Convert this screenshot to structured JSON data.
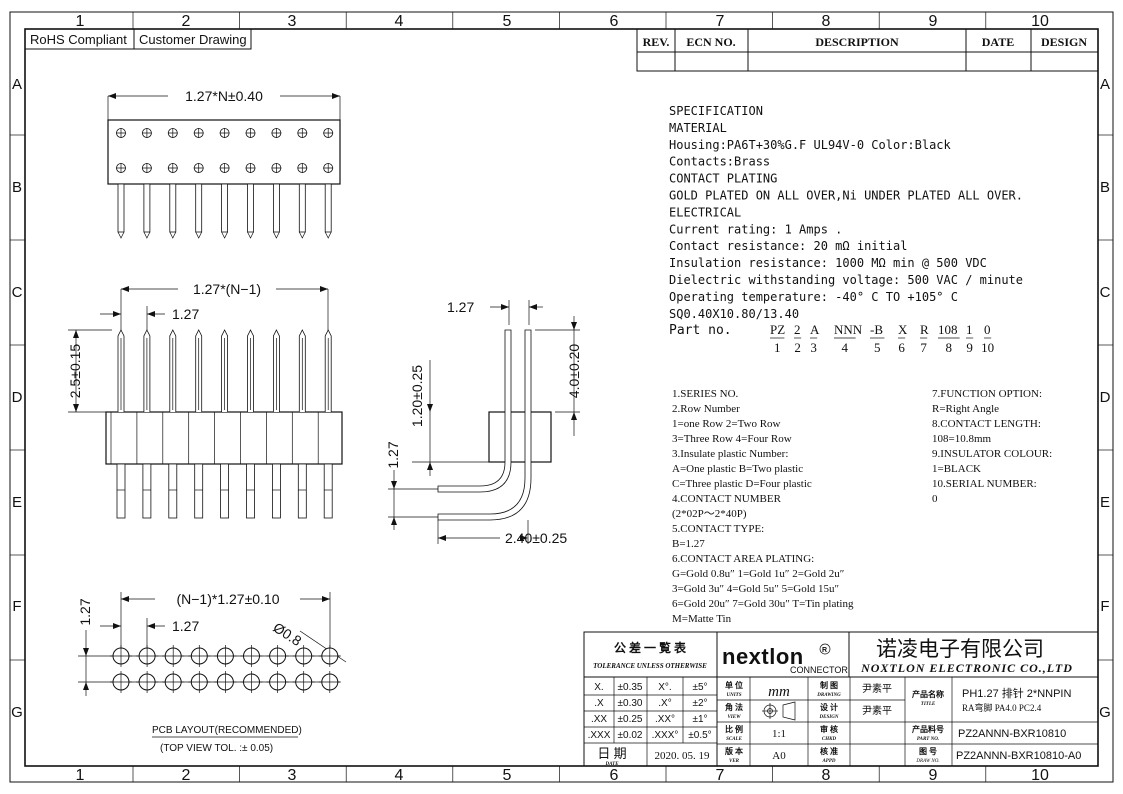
{
  "zones_top": [
    "1",
    "2",
    "3",
    "4",
    "5",
    "6",
    "7",
    "8",
    "9",
    "10"
  ],
  "zones_side": [
    "A",
    "B",
    "C",
    "D",
    "E",
    "F",
    "G"
  ],
  "header_tags": [
    "RoHS Compliant",
    "Customer Drawing"
  ],
  "revision_table": {
    "headers": [
      "REV.",
      "ECN NO.",
      "DESCRIPTION",
      "DATE",
      "DESIGN"
    ]
  },
  "dims": {
    "top_width": "1.27*N±0.40",
    "front_width": "1.27*(N−1)",
    "front_pitch": "1.27",
    "front_height": "2.5±0.15",
    "side_pitch": "1.27",
    "side_upper": "1.20±0.25",
    "side_row": "1.27",
    "side_pin": "4.0±0.20",
    "side_tail": "2.40±0.25",
    "pcb_width": "(N−1)*1.27±0.10",
    "pcb_pitch": "1.27",
    "pcb_row": "1.27",
    "pcb_hole": "Ø0.8"
  },
  "pcb_caption": {
    "line1": "PCB LAYOUT(RECOMMENDED)",
    "line2": "(TOP VIEW TOL. :± 0.05)"
  },
  "spec_lines": [
    "SPECIFICATION",
    "MATERIAL",
    "Housing:PA6T+30%G.F UL94V-0     Color:Black",
    "Contacts:Brass",
    "CONTACT PLATING",
    "GOLD PLATED ON ALL OVER,Ni  UNDER PLATED ALL OVER.",
    "ELECTRICAL",
    "Current rating: 1 Amps .",
    "Contact resistance: 20 mΩ  initial",
    "Insulation resistance: 1000 MΩ  min @ 500 VDC",
    "Dielectric withstanding voltage: 500 VAC / minute",
    "Operating temperature: -40° C TO +105° C",
    "SQ0.40X10.80/13.40"
  ],
  "part_no": {
    "label": "Part no.",
    "codes": [
      "PZ",
      "2",
      "A",
      "NNN",
      "-B",
      "X",
      "R",
      "108",
      "1",
      "0"
    ],
    "indices": [
      "1",
      "2",
      "3",
      "4",
      "5",
      "6",
      "7",
      "8",
      "9",
      "10"
    ]
  },
  "options_left": [
    "1.SERIES NO.",
    "2.Row Number",
    "  1=one Row   2=Two Row",
    "  3=Three Row 4=Four Row",
    "3.Insulate plastic Number:",
    "  A=One plastic   B=Two plastic",
    "  C=Three plastic D=Four plastic",
    "4.CONTACT NUMBER",
    "  (2*02P～2*40P)",
    "5.CONTACT TYPE:",
    "  B=1.27",
    "6.CONTACT AREA PLATING:",
    "G=Gold 0.8u″ 1=Gold 1u″ 2=Gold 2u″",
    "3=Gold 3u″   4=Gold 5u″ 5=Gold 15u″",
    "6=Gold 20u″  7=Gold 30u″  T=Tin plating",
    "M=Matte Tin"
  ],
  "options_right": [
    "7.FUNCTION OPTION:",
    "  R=Right Angle",
    "8.CONTACT LENGTH:",
    "  108=10.8mm",
    "9.INSULATOR COLOUR:",
    "  1=BLACK",
    "10.SERIAL NUMBER:",
    "   0"
  ],
  "title_block": {
    "tol_title": "公 差 一 覧 表",
    "tol_sub": "TOLERANCE UNLESS OTHERWISE",
    "tol_rows": [
      [
        "X.",
        "±0.35",
        "X°.",
        "±5°"
      ],
      [
        ".X",
        "±0.30",
        ".X°",
        "±2°"
      ],
      [
        ".XX",
        "±0.25",
        ".XX°",
        "±1°"
      ],
      [
        ".XXX",
        "±0.02",
        ".XXX°",
        "±0.5°"
      ]
    ],
    "date_label": "日 期",
    "date_label_en": "DATE",
    "date": "2020. 05. 19",
    "logo": "nextlon",
    "logo_sub": "CONNECTOR",
    "company_cn": "诺凌电子有限公司",
    "company_en": "NOXTLON ELECTRONIC CO.,LTD",
    "units_label": "单 位",
    "units_label_en": "UNITS",
    "units": "mm",
    "view_label": "角 法",
    "view_label_en": "VIEW",
    "scale_label": "比 例",
    "scale_label_en": "SCALE",
    "scale": "1:1",
    "ver_label": "版 本",
    "ver_label_en": "VER",
    "version": "A0",
    "drawn_label": "制 图",
    "drawn_label_en": "DRAWING",
    "drawn_by": "尹素平",
    "design_label": "设 计",
    "design_label_en": "DESIGN",
    "design_by": "尹素平",
    "check_label": "审 核",
    "check_label_en": "CHKD",
    "appd_label": "核 准",
    "appd_label_en": "APPD",
    "name_label": "产品名称",
    "name_label_en": "TITLE",
    "product_name": "PH1.27 排针 2*NNPIN",
    "product_sub": "RA弯脚 PA4.0 PC2.4",
    "partno_label": "产品料号",
    "partno_label_en": "PART NO.",
    "part_number": "PZ2ANNN-BXR10810",
    "drawno_label": "图 号",
    "drawno_label_en": "DRAW NO.",
    "drawing_number": "PZ2ANNN-BXR10810-A0"
  }
}
